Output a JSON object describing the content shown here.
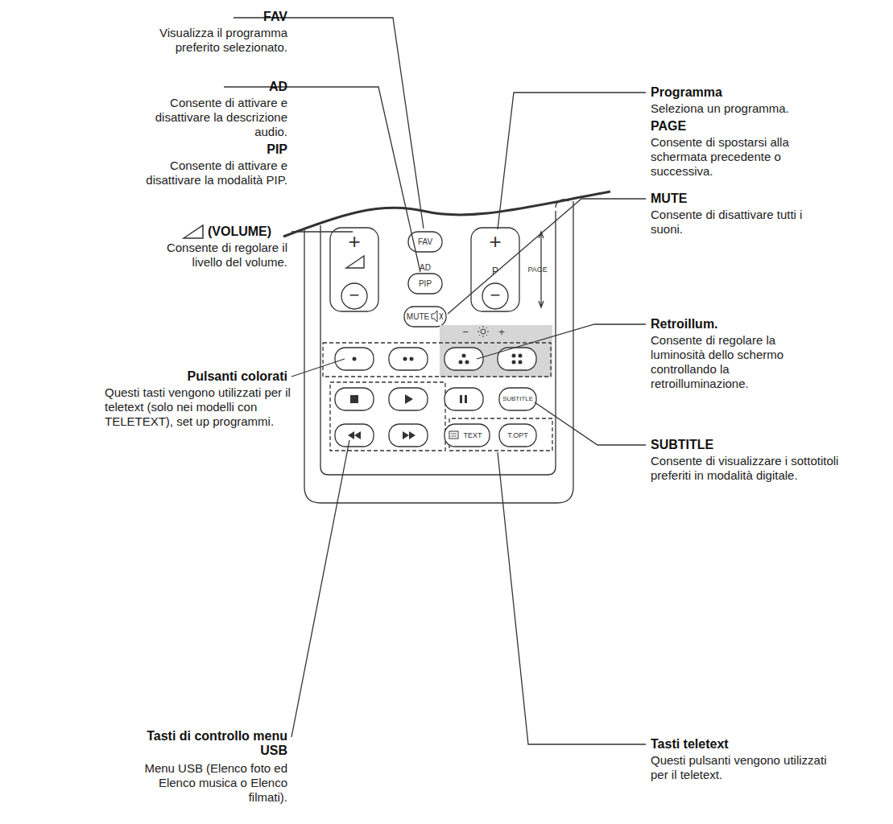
{
  "diagram": {
    "labels": [
      "FAV",
      "Visualizza il programma preferito selezionato.",
      "AD",
      "Consente di attivare e disattivare la descrizione audio.",
      "PIP",
      "Consente di attivare e disattivare la modalità PIP.",
      "(VOLUME)",
      "Consente di regolare il livello del volume.",
      "Pulsanti colorati",
      "Questi tasti vengono utilizzati per il teletext (solo nei modelli con TELETEXT), set up programmi.",
      "Tasti di controllo menu USB",
      "Menu USB (Elenco foto ed Elenco musica o Elenco filmati).",
      "Programma",
      "Seleziona un programma.",
      "PAGE",
      "Consente di spostarsi alla schermata precedente o successiva.",
      "MUTE",
      "Consente di disattivare tutti i suoni.",
      "Retroillum.",
      "Consente di regolare la luminosità dello schermo controllando la retroilluminazione.",
      "SUBTITLE",
      "Consente di visualizzare i sottotitoli preferiti in modalità digitale.",
      "Tasti teletext",
      "Questi pulsanti vengono utilizzati per il teletext.",
      "+",
      "−",
      "FAV",
      "AD",
      "PIP",
      "MUTE",
      "+",
      "P",
      "−",
      "PAGE",
      "−",
      "+",
      "SUBTITLE",
      "TEXT",
      "T.OPT"
    ]
  }
}
